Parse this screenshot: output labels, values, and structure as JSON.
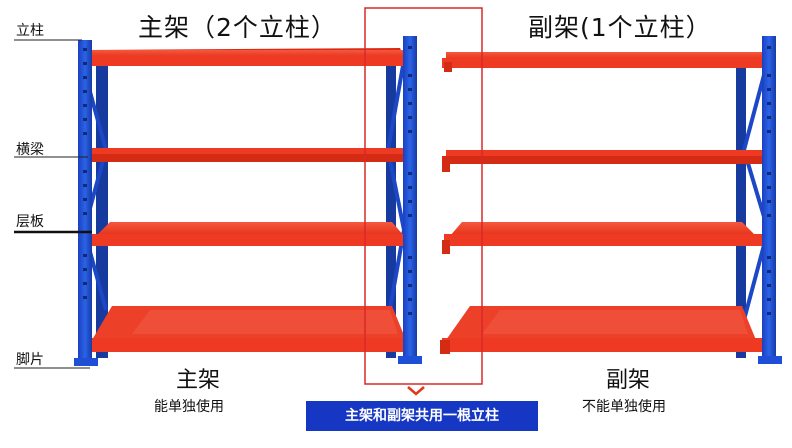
{
  "titles": {
    "main": "主架（2个立柱）",
    "sub": "副架(1个立柱）"
  },
  "parts": {
    "upright": "立柱",
    "beam": "横梁",
    "shelf": "层板",
    "foot": "脚片"
  },
  "main_rack": {
    "label": "主架",
    "note": "能单独使用"
  },
  "sub_rack": {
    "label": "副架",
    "note": "不能单独使用"
  },
  "banner": "主架和副架共用一根立柱",
  "colors": {
    "upright": "#1f4fd6",
    "shelf": "#f0351f",
    "highlight": "#d8282a",
    "banner": "#1537c4"
  }
}
